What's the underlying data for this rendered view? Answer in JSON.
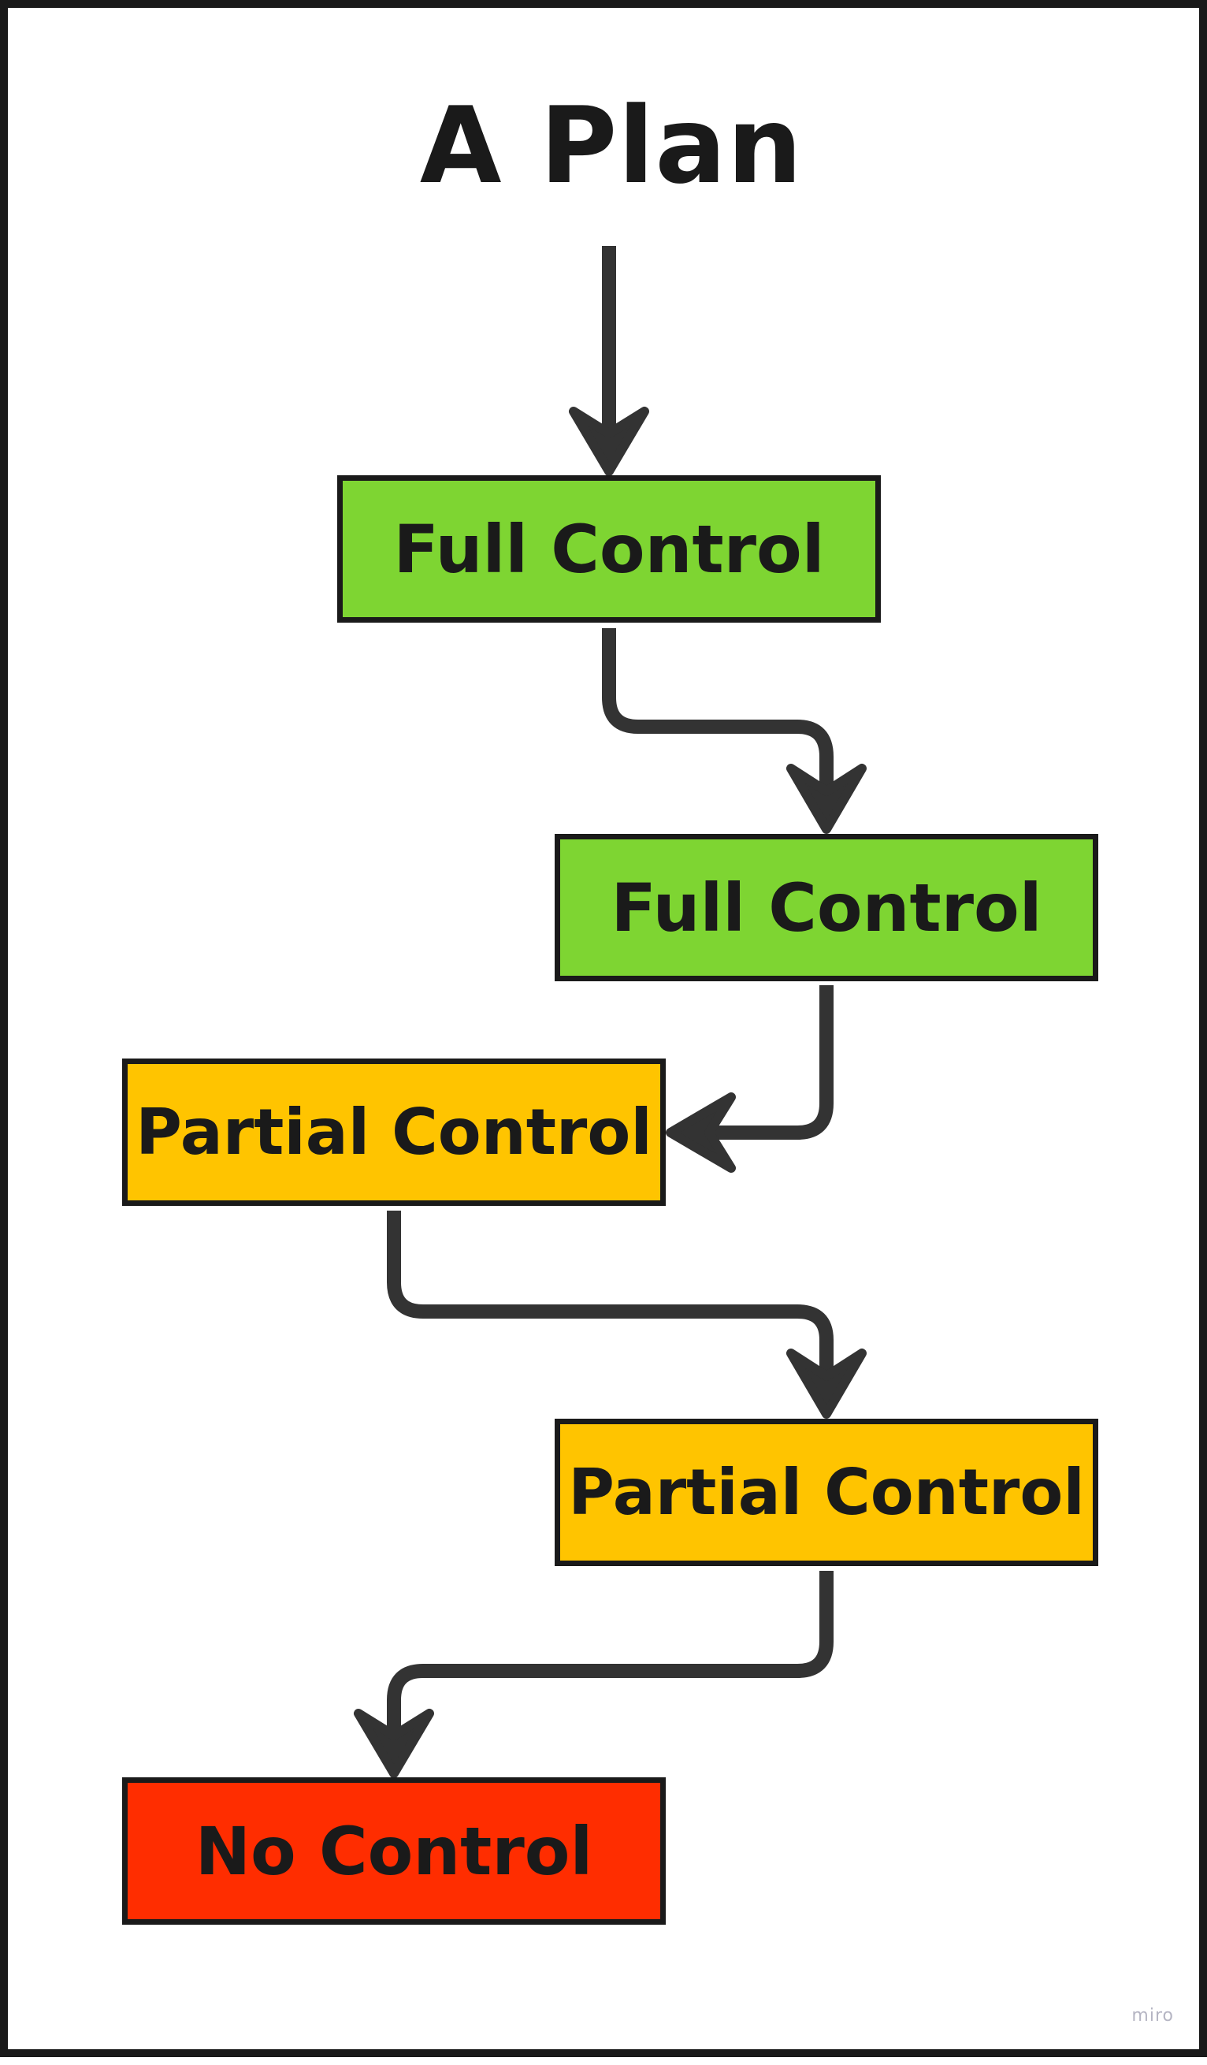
{
  "diagram": {
    "title": "A Plan",
    "nodes": [
      {
        "id": "n1",
        "label": "Full Control",
        "status": "full",
        "color": "#7ED532"
      },
      {
        "id": "n2",
        "label": "Full Control",
        "status": "full",
        "color": "#7ED532"
      },
      {
        "id": "n3",
        "label": "Partial Control",
        "status": "partial",
        "color": "#FFC400"
      },
      {
        "id": "n4",
        "label": "Partial Control",
        "status": "partial",
        "color": "#FFC400"
      },
      {
        "id": "n5",
        "label": "No Control",
        "status": "none",
        "color": "#FF2D00"
      }
    ],
    "edges": [
      {
        "from": "title",
        "to": "n1"
      },
      {
        "from": "n1",
        "to": "n2"
      },
      {
        "from": "n2",
        "to": "n3"
      },
      {
        "from": "n3",
        "to": "n4"
      },
      {
        "from": "n4",
        "to": "n5"
      }
    ],
    "watermark": "miro",
    "colors": {
      "stroke": "#1a1a1a",
      "connector": "#333333",
      "background": "#ffffff"
    }
  }
}
